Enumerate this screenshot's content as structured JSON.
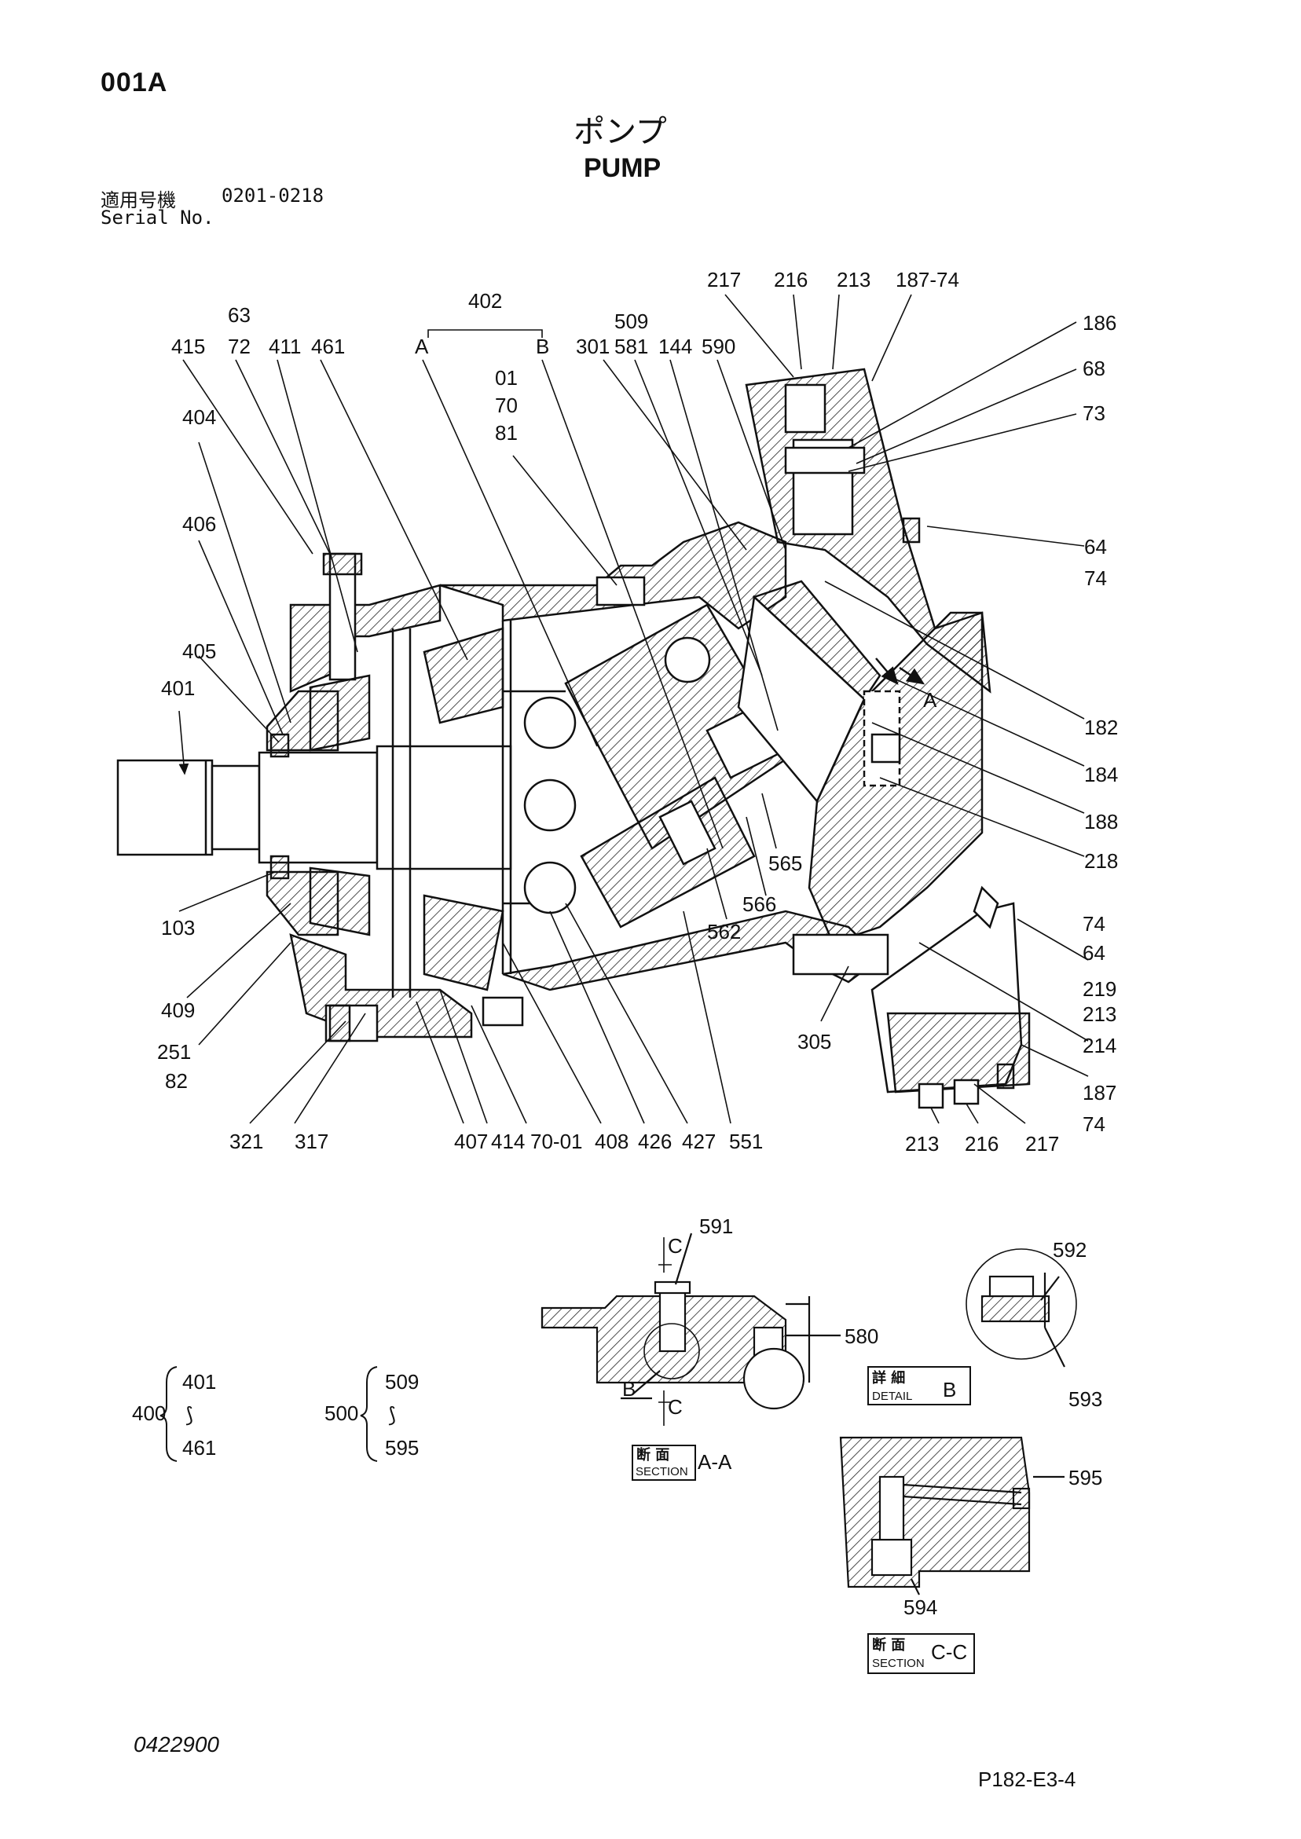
{
  "header": {
    "page_id": "001A",
    "title_jp": "ポンプ",
    "title_en": "PUMP",
    "serial_label_jp": "適用号機",
    "serial_label_en": "Serial No.",
    "serial_range": "0201-0218"
  },
  "callouts": {
    "c_63": "63",
    "c_72": "72",
    "c_415": "415",
    "c_411": "411",
    "c_461": "461",
    "c_402": "402",
    "c_A": "A",
    "c_B": "B",
    "c_01": "01",
    "c_70": "70",
    "c_81": "81",
    "c_509": "509",
    "c_301": "301",
    "c_581": "581",
    "c_144": "144",
    "c_590": "590",
    "c_217t": "217",
    "c_216t": "216",
    "c_213t": "213",
    "c_187_74": "187-74",
    "c_186": "186",
    "c_68": "68",
    "c_73": "73",
    "c_404": "404",
    "c_406": "406",
    "c_405": "405",
    "c_401": "401",
    "c_64a": "64",
    "c_74a": "74",
    "c_arrowA": "A",
    "c_182": "182",
    "c_184": "184",
    "c_188": "188",
    "c_218": "218",
    "c_565": "565",
    "c_566": "566",
    "c_562": "562",
    "c_74b": "74",
    "c_64b": "64",
    "c_219": "219",
    "c_213m": "213",
    "c_214": "214",
    "c_187b": "187",
    "c_74c": "74",
    "c_103": "103",
    "c_409": "409",
    "c_251": "251",
    "c_82": "82",
    "c_305": "305",
    "c_321": "321",
    "c_317": "317",
    "c_407": "407",
    "c_414": "414",
    "c_70_01": "70-01",
    "c_408": "408",
    "c_426": "426",
    "c_427": "427",
    "c_551": "551",
    "c_213b": "213",
    "c_216b": "216",
    "c_217b": "217"
  },
  "details": {
    "c_591": "591",
    "c_C1": "C",
    "c_580": "580",
    "c_B2": "B",
    "c_C2": "C",
    "c_592": "592",
    "c_593": "593",
    "c_595": "595",
    "c_594": "594",
    "detail_jp": "詳 細",
    "detail_en": "DETAIL",
    "detail_letter": "B",
    "section_aa_jp": "断 面",
    "section_aa_en": "SECTION",
    "section_aa_letter": "A-A",
    "section_cc_jp": "断 面",
    "section_cc_en": "SECTION",
    "section_cc_letter": "C-C"
  },
  "groups": {
    "g400_label": "400",
    "g400_from": "401",
    "g400_tilde": "⟆",
    "g400_to": "461",
    "g500_label": "500",
    "g500_from": "509",
    "g500_tilde": "⟆",
    "g500_to": "595"
  },
  "footer": {
    "left_code": "0422900",
    "right_code": "P182-E3-4"
  }
}
